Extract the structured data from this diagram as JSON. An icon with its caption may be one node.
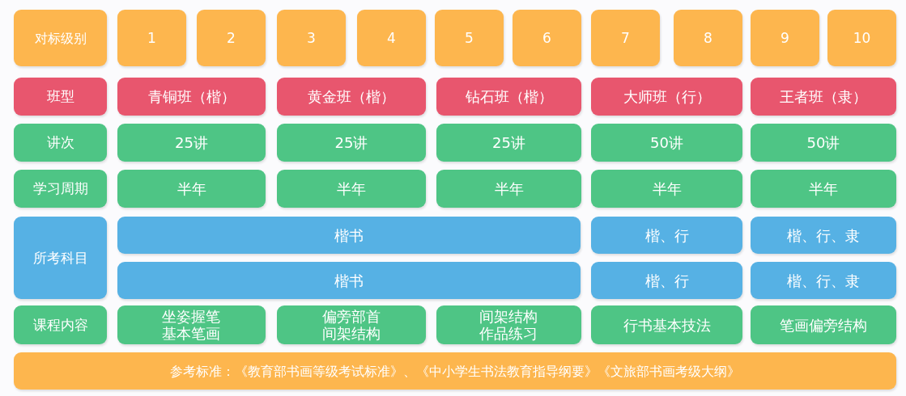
{
  "diagram": {
    "nodes": [
      {
        "text": [
          "对标级别"
        ]
      },
      {
        "text": [
          "1"
        ]
      },
      {
        "text": [
          "2"
        ]
      },
      {
        "text": [
          "3"
        ]
      },
      {
        "text": [
          "4"
        ]
      },
      {
        "text": [
          "5"
        ]
      },
      {
        "text": [
          "6"
        ]
      },
      {
        "text": [
          "7"
        ]
      },
      {
        "text": [
          "8"
        ]
      },
      {
        "text": [
          "9"
        ]
      },
      {
        "text": [
          "10"
        ]
      },
      {
        "text": [
          "班型"
        ]
      },
      {
        "text": [
          "青铜班（楷）"
        ]
      },
      {
        "text": [
          "黄金班（楷）"
        ]
      },
      {
        "text": [
          "钻石班（楷）"
        ]
      },
      {
        "text": [
          "大师班（行）"
        ]
      },
      {
        "text": [
          "王者班（隶）"
        ]
      },
      {
        "text": [
          "讲次"
        ]
      },
      {
        "text": [
          "25讲"
        ]
      },
      {
        "text": [
          "25讲"
        ]
      },
      {
        "text": [
          "25讲"
        ]
      },
      {
        "text": [
          "50讲"
        ]
      },
      {
        "text": [
          "50讲"
        ]
      },
      {
        "text": [
          "学习周期"
        ]
      },
      {
        "text": [
          "半年"
        ]
      },
      {
        "text": [
          "半年"
        ]
      },
      {
        "text": [
          "半年"
        ]
      },
      {
        "text": [
          "半年"
        ]
      },
      {
        "text": [
          "半年"
        ]
      },
      {
        "text": [
          "所考科目"
        ]
      },
      {
        "text": [
          "楷书"
        ]
      },
      {
        "text": [
          "楷、行"
        ]
      },
      {
        "text": [
          "楷、行、隶"
        ]
      },
      {
        "text": [
          "楷书"
        ]
      },
      {
        "text": [
          "楷、行"
        ]
      },
      {
        "text": [
          "楷、行、隶"
        ]
      },
      {
        "text": [
          "课程内容"
        ]
      },
      {
        "text": [
          "坐姿握笔基本笔画"
        ]
      },
      {
        "text": [
          "偏旁部首间架结构"
        ]
      },
      {
        "text": [
          "间架结构作品练习"
        ]
      },
      {
        "text": [
          "行书基本技法"
        ]
      },
      {
        "text": [
          "笔画偏旁结构"
        ]
      },
      {
        "text": [
          "参考标准：《教育部书画等级考试标准》、《中小学生书法教育指导纲要》《文旅部书画考级大纲》"
        ]
      }
    ]
  }
}
